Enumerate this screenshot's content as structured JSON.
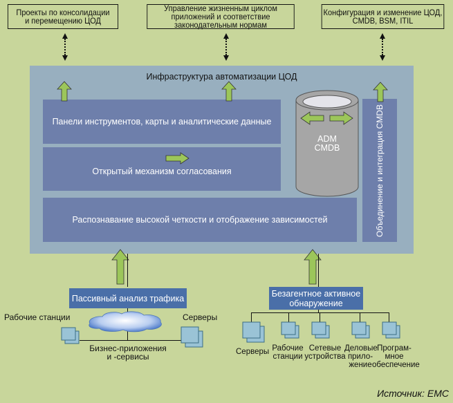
{
  "top_boxes": [
    {
      "text": "Проекты по консолидации\nи перемещению ЦОД"
    },
    {
      "text": "Управление жизненным циклом\nприложений и соответствие\nзаконодательным нормам"
    },
    {
      "text": "Конфигурация и изменение ЦОД,\nCMDB, BSM, ITIL"
    }
  ],
  "infrastructure": {
    "title": "Инфраструктура автоматизации ЦОД",
    "panels": {
      "dashboards": "Панели инструментов, карты и аналитические данные",
      "reconciliation": "Открытый механизм согласования",
      "discovery": "Распознавание высокой четкости и отображение зависимостей",
      "federation": "Объединение и интеграция CMDB"
    },
    "database": {
      "line1": "ADM",
      "line2": "CMDB"
    }
  },
  "passive": {
    "title": "Пассивный анализ трафика",
    "workstations": "Рабочие станции",
    "servers": "Серверы",
    "business": "Бизнес-приложения\nи -сервисы"
  },
  "agentless": {
    "title": "Безагентное активное\nобнаружение",
    "items": [
      {
        "label": "Серверы"
      },
      {
        "label": "Рабочие\nстанции"
      },
      {
        "label": "Сетевые\nустройства"
      },
      {
        "label": "Деловые\nприло-\nжение"
      },
      {
        "label": "Програм-\nмное\nобеспечение"
      }
    ]
  },
  "source": "Источник: EMC",
  "colors": {
    "background": "#c8d69b",
    "infra": "#98afbf",
    "panel": "#6e7fab",
    "bluebox": "#4a6fa8",
    "arrow": "#9cc65a",
    "cylinder": "#a6a6a6"
  }
}
